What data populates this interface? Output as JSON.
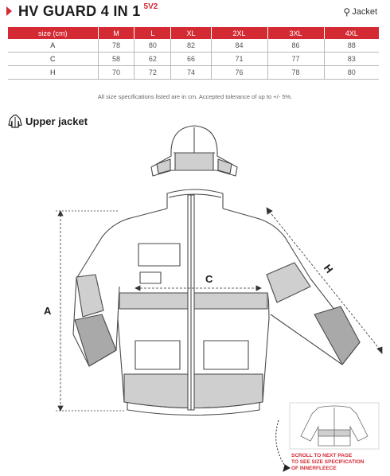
{
  "header": {
    "title": "HV GUARD 4 IN 1",
    "superscript": "5V2",
    "gender_symbol": "⚲",
    "gender_label": "Jacket"
  },
  "size_table": {
    "header": [
      "size (cm)",
      "M",
      "L",
      "XL",
      "2XL",
      "3XL",
      "4XL"
    ],
    "rows": [
      [
        "A",
        "78",
        "80",
        "82",
        "84",
        "86",
        "88"
      ],
      [
        "C",
        "58",
        "62",
        "66",
        "71",
        "77",
        "83"
      ],
      [
        "H",
        "70",
        "72",
        "74",
        "76",
        "78",
        "80"
      ]
    ]
  },
  "note": "All size specifications listed are in cm. Accepted tolerance of up to +/- 5%.",
  "section": {
    "icon": "jacket-icon",
    "label": "Upper jacket"
  },
  "dimension_labels": {
    "a": "A",
    "c": "C",
    "h": "H"
  },
  "scroll_note": {
    "line1": "SCROLL TO NEXT PAGE",
    "line2": "TO SEE SIZE SPECIFICATION",
    "line3": "OF INNERFLEECE"
  },
  "colors": {
    "accent": "#d42a33",
    "line": "#4a4a4a",
    "reflective": "#cfcfcf",
    "shade": "#a9a9a9"
  }
}
